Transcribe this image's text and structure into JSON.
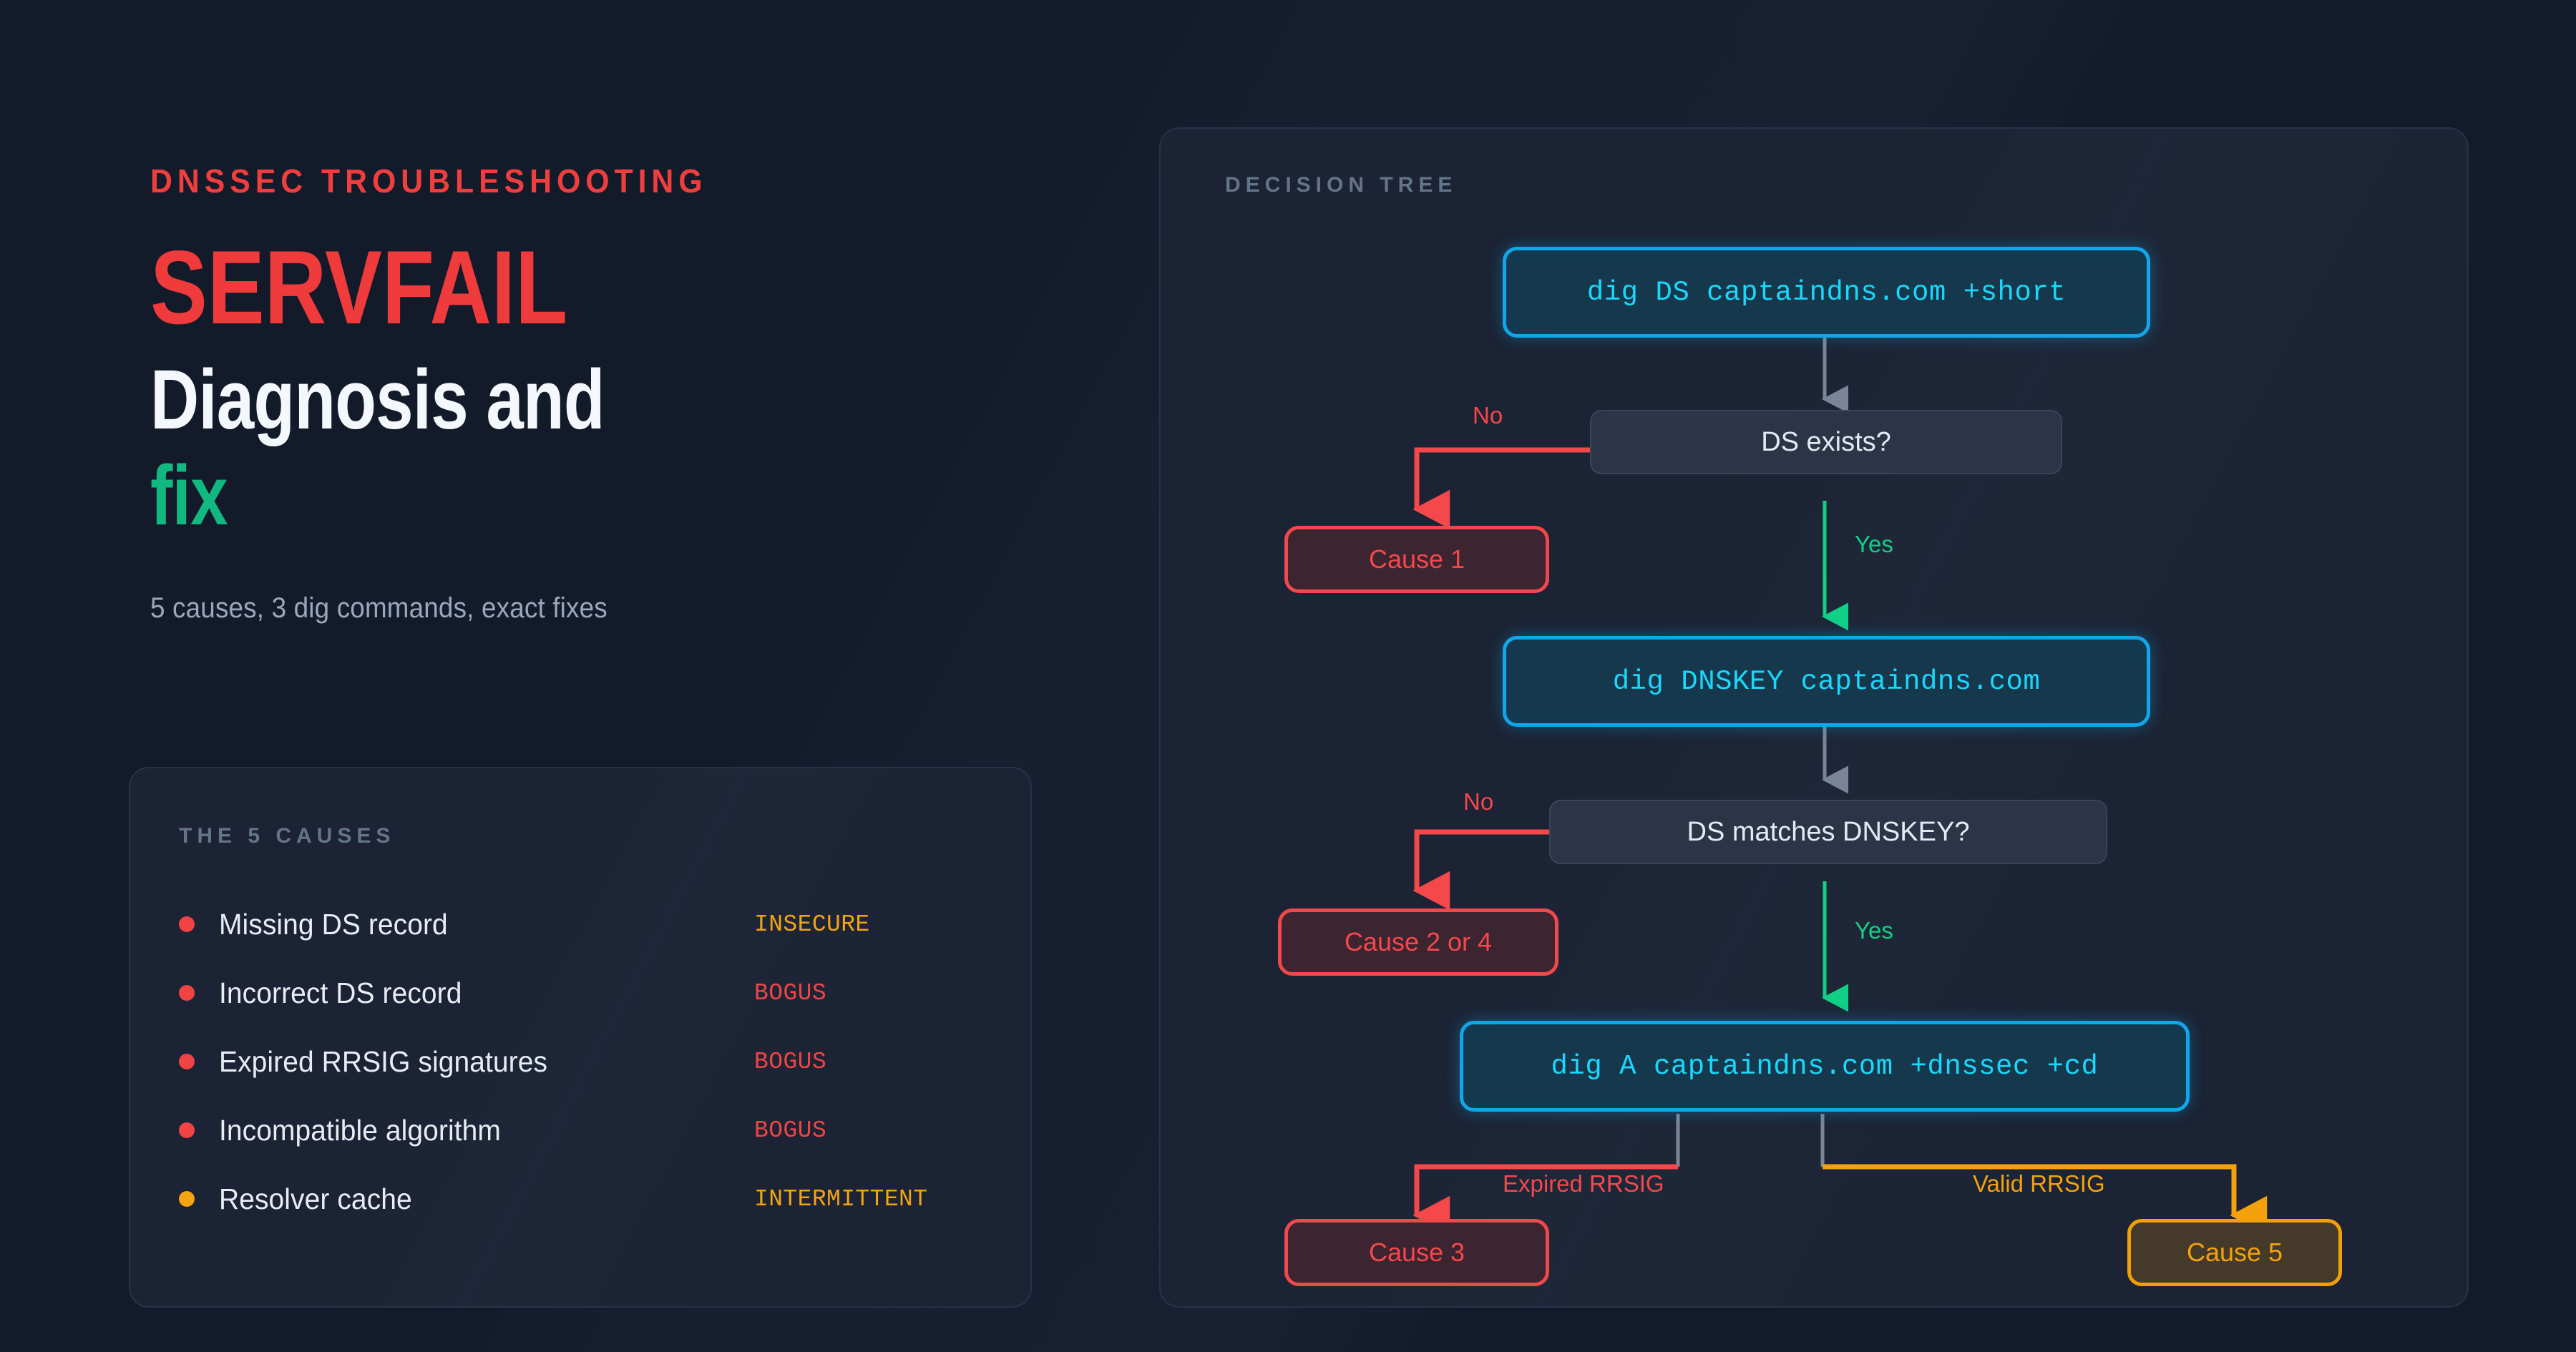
{
  "hero": {
    "eyebrow": "DNSSEC TROUBLESHOOTING",
    "title_error": "SERVFAIL",
    "title_line2": "Diagnosis and",
    "title_line3": "fix",
    "subhead": "5 causes, 3 dig commands, exact fixes"
  },
  "causes_panel": {
    "label": "THE 5 CAUSES",
    "items": [
      {
        "name": "Missing DS record",
        "tag": "INSECURE",
        "dot": "red",
        "tag_color": "amber"
      },
      {
        "name": "Incorrect DS record",
        "tag": "BOGUS",
        "dot": "red",
        "tag_color": "red"
      },
      {
        "name": "Expired RRSIG signatures",
        "tag": "BOGUS",
        "dot": "red",
        "tag_color": "red"
      },
      {
        "name": "Incompatible algorithm",
        "tag": "BOGUS",
        "dot": "red",
        "tag_color": "red"
      },
      {
        "name": "Resolver cache",
        "tag": "INTERMITTENT",
        "dot": "amber",
        "tag_color": "amber"
      }
    ]
  },
  "tree": {
    "label": "DECISION TREE",
    "nodes": {
      "cmd1": "dig DS captaindns.com +short",
      "decision1": "DS exists?",
      "cause1": "Cause 1",
      "cmd2": "dig DNSKEY captaindns.com",
      "decision2": "DS matches DNSKEY?",
      "cause2or4": "Cause 2 or 4",
      "cmd3": "dig A captaindns.com +dnssec +cd",
      "cause3": "Cause 3",
      "cause5": "Cause 5"
    },
    "edges": {
      "no1": "No",
      "yes1": "Yes",
      "no2": "No",
      "yes2": "Yes",
      "expired": "Expired RRSIG",
      "valid": "Valid RRSIG"
    }
  },
  "colors": {
    "background": "#131b2b",
    "panel": "#1b2334",
    "panel_border": "#28324a",
    "accent_red": "#ef3b3b",
    "accent_green": "#11b981",
    "accent_cyan": "#1ad7fb",
    "accent_amber": "#f2a411",
    "muted": "#64748b"
  }
}
